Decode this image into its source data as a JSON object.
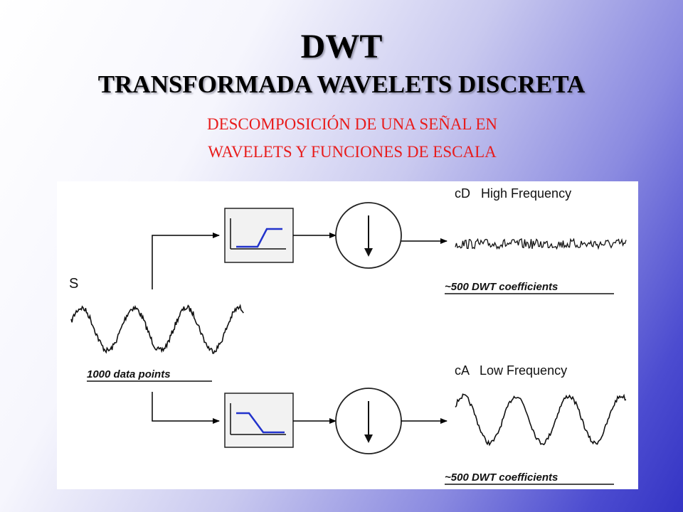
{
  "slide": {
    "title": "DWT",
    "subtitle": "TRANSFORMADA WAVELETS DISCRETA",
    "description_line1": "DESCOMPOSICIÓN DE UNA SEÑAL EN",
    "description_line2": "WAVELETS Y FUNCIONES DE ESCALA"
  },
  "diagram": {
    "signal_label": "S",
    "signal_caption": "1000 data points",
    "detail_label": "cD   High Frequency",
    "detail_caption": "~500 DWT coefficients",
    "approx_label": "cA   Low Frequency",
    "approx_caption": "~500 DWT coefficients",
    "filter_color": "#2233cc"
  }
}
